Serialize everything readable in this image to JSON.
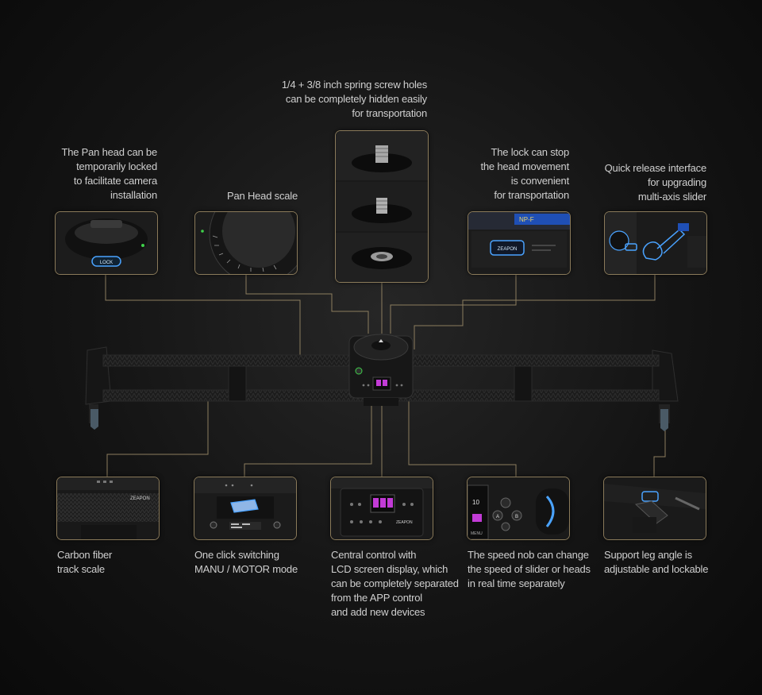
{
  "callouts": {
    "screw_holes": "1/4 + 3/8 inch spring screw holes\ncan be completely hidden easily\nfor transportation",
    "pan_lock": "The Pan head can be\ntemporarily locked\nto facilitate camera\ninstallation",
    "pan_scale": "Pan Head scale",
    "lock_stop": "The lock can stop\nthe head movement\nis convenient\nfor transportation",
    "quick_release": "Quick release interface\nfor upgrading\nmulti-axis slider",
    "carbon": "Carbon fiber\ntrack scale",
    "mode_switch": "One click switching\nMANU / MOTOR mode",
    "central": "Central control with\nLCD screen display, which\ncan be completely separated\nfrom the APP control\nand add new devices",
    "speed_knob": "The speed nob can change\nthe speed of slider or heads\nin real time separately",
    "support_leg": "Support leg angle is\nadjustable and lockable"
  },
  "detail_labels": {
    "lock_button": "LOCK",
    "brand": "ZEAPON",
    "battery": "NP-F",
    "knob_a": "A",
    "knob_b": "B",
    "speed_value": "10",
    "menu": "MENU"
  },
  "colors": {
    "frame": "#8a7a5a",
    "accent_blue": "#4aa3ff",
    "lcd_magenta": "#c23bd6",
    "leader_line": "#8c7d5e"
  }
}
